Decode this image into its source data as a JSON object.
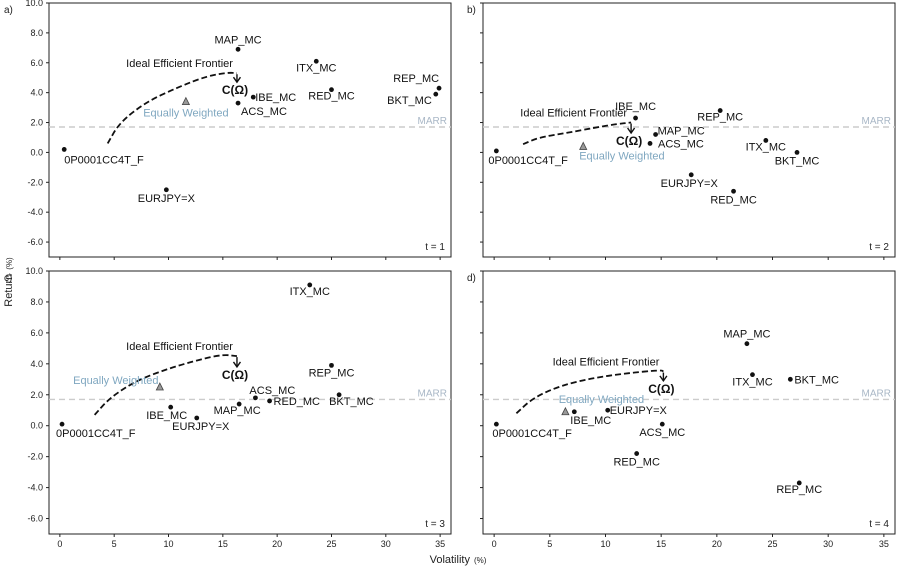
{
  "figure": {
    "xlabel": "Volatility",
    "xlabel_unit": "(%)",
    "ylabel": "Return",
    "ylabel_unit": "(%)",
    "marr_label": "MARR",
    "frontier_label": "Ideal Efficient Frontier",
    "omega_label": "C(Ω)",
    "ew_label": "Equally Weighted",
    "colors": {
      "point": "#111111",
      "frontier": "#111111",
      "marr": "#cccccc",
      "marr_text": "#a9b7c6",
      "ew_text": "#7fa7c0",
      "ew_marker": "#999999",
      "frame": "#222222"
    }
  },
  "chart_data": [
    {
      "type": "scatter",
      "panel_label": "a)",
      "time_label": "t = 1",
      "xlim": [
        -1,
        36
      ],
      "ylim": [
        -7,
        10
      ],
      "x_ticks": [
        0,
        5,
        10,
        15,
        20,
        25,
        30,
        35
      ],
      "y_ticks": [
        -6,
        -4,
        -2,
        0,
        2,
        4,
        6,
        8,
        10
      ],
      "y_tick_labels": [
        "-6.0",
        "-4.0",
        "-2.0",
        "0.0",
        "2.0",
        "4.0",
        "6.0",
        "8.0",
        "10.0"
      ],
      "show_x_tick_labels": false,
      "show_y_tick_labels": true,
      "marr": 1.7,
      "points": [
        {
          "name": "MAP_MC",
          "x": 16.4,
          "y": 6.9
        },
        {
          "name": "ITX_MC",
          "x": 23.6,
          "y": 6.1
        },
        {
          "name": "REP_MC",
          "x": 34.9,
          "y": 4.3
        },
        {
          "name": "BKT_MC",
          "x": 34.6,
          "y": 3.9
        },
        {
          "name": "RED_MC",
          "x": 25.0,
          "y": 4.2
        },
        {
          "name": "IBE_MC",
          "x": 17.8,
          "y": 3.7
        },
        {
          "name": "ACS_MC",
          "x": 16.4,
          "y": 3.3
        },
        {
          "name": "0P0001CC4T_F",
          "x": 0.4,
          "y": 0.2
        },
        {
          "name": "EURJPY=X",
          "x": 9.8,
          "y": -2.5
        }
      ],
      "equally_weighted": {
        "x": 11.6,
        "y": 3.4
      },
      "frontier": [
        [
          4.4,
          0.6
        ],
        [
          5.5,
          2.0
        ],
        [
          8.0,
          3.4
        ],
        [
          11.0,
          4.4
        ],
        [
          13.5,
          5.1
        ],
        [
          15.5,
          5.35
        ],
        [
          16.3,
          5.3
        ]
      ],
      "omega": {
        "x": 16.3,
        "y": 4.7
      }
    },
    {
      "type": "scatter",
      "panel_label": "b)",
      "time_label": "t = 2",
      "xlim": [
        -1,
        36
      ],
      "ylim": [
        -7,
        10
      ],
      "x_ticks": [
        0,
        5,
        10,
        15,
        20,
        25,
        30,
        35
      ],
      "y_ticks": [
        -6,
        -4,
        -2,
        0,
        2,
        4,
        6,
        8,
        10
      ],
      "y_tick_labels": [
        "-6.0",
        "-4.0",
        "-2.0",
        "0.0",
        "2.0",
        "4.0",
        "6.0",
        "8.0",
        "10.0"
      ],
      "show_x_tick_labels": false,
      "show_y_tick_labels": false,
      "marr": 1.7,
      "points": [
        {
          "name": "IBE_MC",
          "x": 12.7,
          "y": 2.3
        },
        {
          "name": "REP_MC",
          "x": 20.3,
          "y": 2.8
        },
        {
          "name": "MAP_MC",
          "x": 14.5,
          "y": 1.2
        },
        {
          "name": "ACS_MC",
          "x": 14.0,
          "y": 0.6
        },
        {
          "name": "ITX_MC",
          "x": 24.4,
          "y": 0.8
        },
        {
          "name": "BKT_MC",
          "x": 27.2,
          "y": 0.0
        },
        {
          "name": "0P0001CC4T_F",
          "x": 0.2,
          "y": 0.1
        },
        {
          "name": "EURJPY=X",
          "x": 17.7,
          "y": -1.5
        },
        {
          "name": "RED_MC",
          "x": 21.5,
          "y": -2.6
        }
      ],
      "equally_weighted": {
        "x": 8.0,
        "y": 0.4
      },
      "frontier": [
        [
          2.6,
          0.55
        ],
        [
          4.0,
          1.0
        ],
        [
          6.5,
          1.3
        ],
        [
          9.0,
          1.65
        ],
        [
          11.0,
          1.9
        ],
        [
          12.3,
          2.0
        ]
      ],
      "omega": {
        "x": 12.3,
        "y": 1.3
      }
    },
    {
      "type": "scatter",
      "panel_label": "c)",
      "time_label": "t = 3",
      "xlim": [
        -1,
        36
      ],
      "ylim": [
        -7,
        10
      ],
      "x_ticks": [
        0,
        5,
        10,
        15,
        20,
        25,
        30,
        35
      ],
      "y_ticks": [
        -6,
        -4,
        -2,
        0,
        2,
        4,
        6,
        8,
        10
      ],
      "y_tick_labels": [
        "-6.0",
        "-4.0",
        "-2.0",
        "0.0",
        "2.0",
        "4.0",
        "6.0",
        "8.0",
        "10.0"
      ],
      "show_x_tick_labels": true,
      "show_y_tick_labels": true,
      "marr": 1.7,
      "points": [
        {
          "name": "ITX_MC",
          "x": 23.0,
          "y": 9.1
        },
        {
          "name": "REP_MC",
          "x": 25.0,
          "y": 3.9
        },
        {
          "name": "ACS_MC",
          "x": 18.0,
          "y": 1.8
        },
        {
          "name": "BKT_MC",
          "x": 25.7,
          "y": 2.0
        },
        {
          "name": "RED_MC",
          "x": 19.3,
          "y": 1.6
        },
        {
          "name": "MAP_MC",
          "x": 16.5,
          "y": 1.4
        },
        {
          "name": "IBE_MC",
          "x": 10.2,
          "y": 1.2
        },
        {
          "name": "EURJPY=X",
          "x": 12.6,
          "y": 0.5
        },
        {
          "name": "0P0001CC4T_F",
          "x": 0.2,
          "y": 0.1
        }
      ],
      "equally_weighted": {
        "x": 9.2,
        "y": 2.5
      },
      "frontier": [
        [
          3.2,
          0.7
        ],
        [
          4.6,
          1.8
        ],
        [
          7.0,
          2.9
        ],
        [
          10.0,
          3.7
        ],
        [
          13.0,
          4.3
        ],
        [
          15.0,
          4.6
        ],
        [
          16.3,
          4.5
        ]
      ],
      "omega": {
        "x": 16.3,
        "y": 3.8
      }
    },
    {
      "type": "scatter",
      "panel_label": "d)",
      "time_label": "t = 4",
      "xlim": [
        -1,
        36
      ],
      "ylim": [
        -7,
        10
      ],
      "x_ticks": [
        0,
        5,
        10,
        15,
        20,
        25,
        30,
        35
      ],
      "y_ticks": [
        -6,
        -4,
        -2,
        0,
        2,
        4,
        6,
        8,
        10
      ],
      "y_tick_labels": [
        "-6.0",
        "-4.0",
        "-2.0",
        "0.0",
        "2.0",
        "4.0",
        "6.0",
        "8.0",
        "10.0"
      ],
      "show_x_tick_labels": true,
      "show_y_tick_labels": false,
      "marr": 1.7,
      "points": [
        {
          "name": "MAP_MC",
          "x": 22.7,
          "y": 5.3
        },
        {
          "name": "ITX_MC",
          "x": 23.2,
          "y": 3.3
        },
        {
          "name": "BKT_MC",
          "x": 26.6,
          "y": 3.0
        },
        {
          "name": "IBE_MC",
          "x": 7.2,
          "y": 0.9
        },
        {
          "name": "EURJPY=X",
          "x": 10.2,
          "y": 1.0
        },
        {
          "name": "ACS_MC",
          "x": 15.1,
          "y": 0.1
        },
        {
          "name": "0P0001CC4T_F",
          "x": 0.2,
          "y": 0.1
        },
        {
          "name": "RED_MC",
          "x": 12.8,
          "y": -1.8
        },
        {
          "name": "REP_MC",
          "x": 27.4,
          "y": -3.7
        }
      ],
      "equally_weighted": {
        "x": 6.4,
        "y": 0.9
      },
      "frontier": [
        [
          2.0,
          0.8
        ],
        [
          3.5,
          1.8
        ],
        [
          6.0,
          2.6
        ],
        [
          9.0,
          3.1
        ],
        [
          12.0,
          3.4
        ],
        [
          15.0,
          3.6
        ],
        [
          15.2,
          3.5
        ]
      ],
      "omega": {
        "x": 15.2,
        "y": 2.9
      }
    }
  ]
}
